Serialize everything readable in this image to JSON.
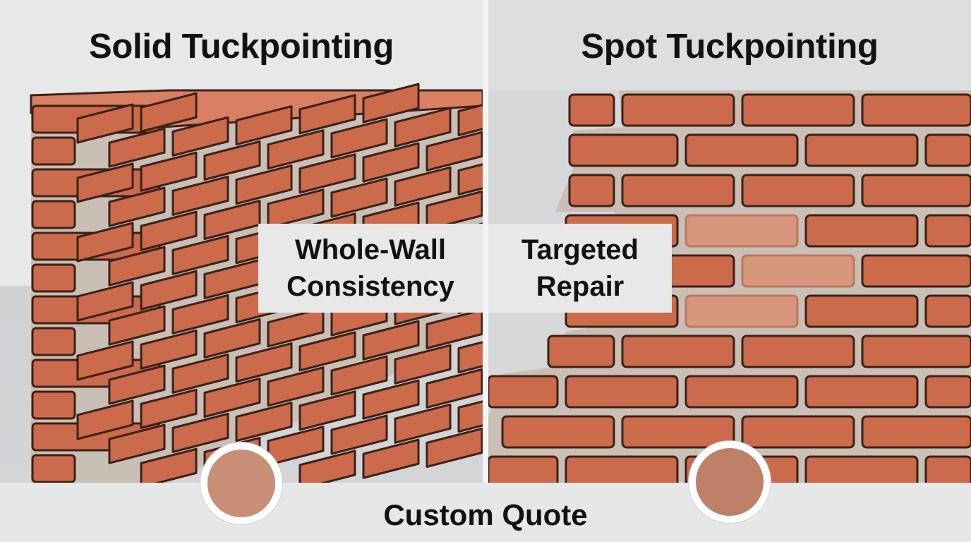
{
  "left": {
    "title": "Solid Tuckpointing",
    "label": "Whole-Wall\nConsistency",
    "swatch_color": "#c98e76"
  },
  "right": {
    "title": "Spot Tuckpointing",
    "label": "Targeted\nRepair",
    "swatch_color": "#bf8068"
  },
  "footer": {
    "label": "Custom Quote"
  },
  "colors": {
    "brick": "#cc6a4c",
    "brick_dark": "#a9513a",
    "mortar": "#c9bfb4",
    "outline": "#3a211a",
    "patched_brick": "#d8967c"
  }
}
